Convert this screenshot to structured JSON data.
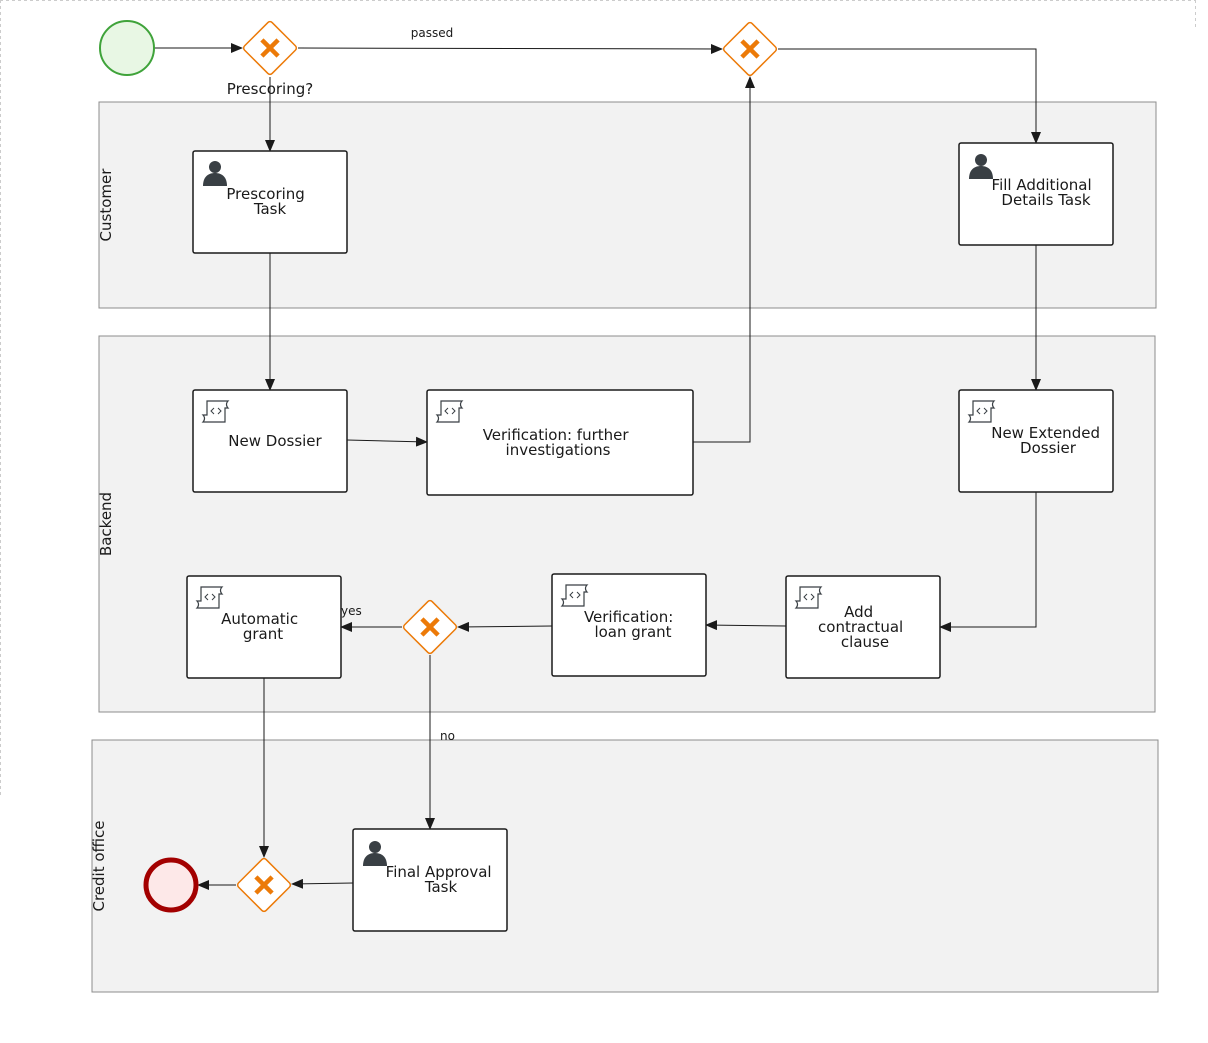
{
  "colors": {
    "gateway": "#ec7a08",
    "start_event": "#3fa33a",
    "end_event": "#a30000",
    "lane_fill": "#f2f2f2",
    "task_border": "#1a1a1a"
  },
  "lanes": [
    {
      "id": "customer",
      "label": "Customer"
    },
    {
      "id": "backend",
      "label": "Backend"
    },
    {
      "id": "credit",
      "label": "Credit office"
    }
  ],
  "tasks": [
    {
      "id": "prescoring",
      "type": "user",
      "icon": "user-icon",
      "lines": [
        "Prescoring",
        "Task"
      ]
    },
    {
      "id": "fill",
      "type": "user",
      "icon": "user-icon",
      "lines": [
        "Fill Additional",
        "Details Task"
      ]
    },
    {
      "id": "dossier",
      "type": "script",
      "icon": "script-icon",
      "lines": [
        "New Dossier"
      ]
    },
    {
      "id": "verif1",
      "type": "script",
      "icon": "script-icon",
      "lines": [
        "Verification: further",
        "investigations"
      ]
    },
    {
      "id": "ext",
      "type": "script",
      "icon": "script-icon",
      "lines": [
        "New Extended",
        "Dossier"
      ]
    },
    {
      "id": "auto",
      "type": "script",
      "icon": "script-icon",
      "lines": [
        "Automatic",
        "grant"
      ]
    },
    {
      "id": "verif2",
      "type": "script",
      "icon": "script-icon",
      "lines": [
        "Verification:",
        "loan grant"
      ]
    },
    {
      "id": "clause",
      "type": "script",
      "icon": "script-icon",
      "lines": [
        "Add",
        "contractual",
        "clause"
      ]
    },
    {
      "id": "final",
      "type": "user",
      "icon": "user-icon",
      "lines": [
        "Final Approval",
        "Task"
      ]
    }
  ],
  "gateways": [
    {
      "id": "g1",
      "type": "exclusive",
      "label": "Prescoring?"
    },
    {
      "id": "g2",
      "type": "exclusive",
      "label": ""
    },
    {
      "id": "g3",
      "type": "exclusive",
      "label": ""
    },
    {
      "id": "g4",
      "type": "exclusive",
      "label": ""
    }
  ],
  "events": [
    {
      "id": "start",
      "type": "start"
    },
    {
      "id": "end",
      "type": "end"
    }
  ],
  "flow_labels": {
    "passed": "passed",
    "yes": "yes",
    "no": "no"
  }
}
